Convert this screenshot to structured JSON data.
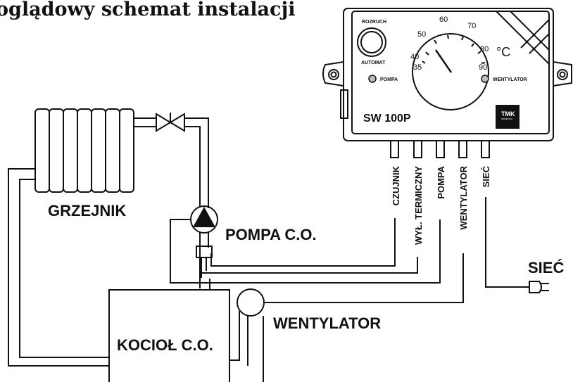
{
  "heading": "oglądowy schemat instalacji",
  "labels": {
    "radiator": "GRZEJNIK",
    "pump": "POMPA C.O.",
    "fan": "WENTYLATOR",
    "boiler": "KOCIOŁ C.O.",
    "mains": "SIEĆ"
  },
  "controller": {
    "model": "SW 100P",
    "start_button": "ROZRUCH",
    "auto_mode": "AUTOMAT",
    "pump_led": "POMPA",
    "fan_led": "WENTYLATOR",
    "unit": "°C",
    "logo": "TMK",
    "logo_sub": "WRZEŚNIA",
    "dial_scale": [
      "35",
      "40",
      "50",
      "60",
      "70",
      "80",
      "90"
    ]
  },
  "cables": [
    "CZUJNIK",
    "WYŁ. TERMICZNY",
    "POMPA",
    "WENTYLATOR",
    "SIEĆ"
  ]
}
